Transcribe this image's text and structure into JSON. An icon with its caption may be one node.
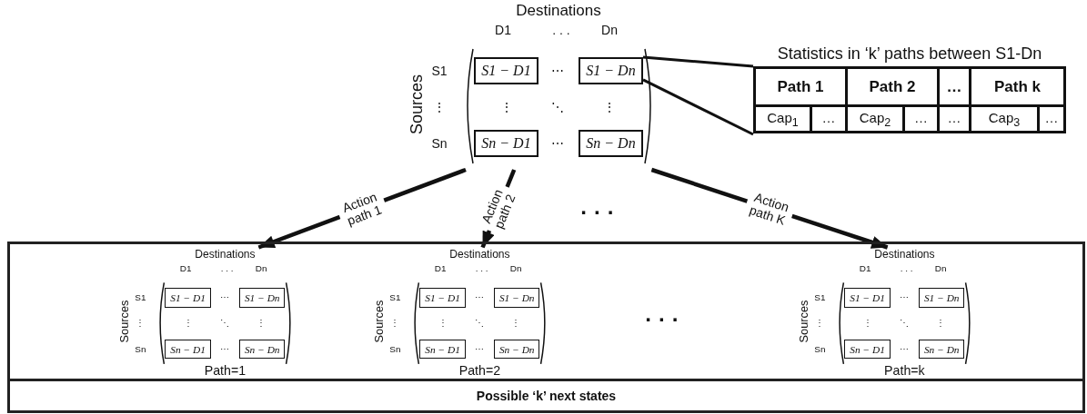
{
  "diagram": {
    "nodes": [
      {
        "text": [],
        "shape": "matrix"
      },
      {
        "text": [
          "S1 − D1"
        ],
        "in": 0
      },
      {
        "text": [
          "S1 − Dn"
        ],
        "in": 0
      },
      {
        "text": [
          "Sn − D1"
        ],
        "in": 0
      },
      {
        "text": [
          "Sn − Dn"
        ],
        "in": 0
      },
      {
        "text": [
          "Statistics in ‘k’ paths between S1-Dn"
        ]
      },
      {
        "text": [],
        "shape": "box"
      },
      {
        "text": [],
        "shape": "matrix",
        "in": 6,
        "beside": [
          "Path=1"
        ]
      },
      {
        "text": [
          "S1 − D1"
        ],
        "in": 7
      },
      {
        "text": [
          "S1 − Dn"
        ],
        "in": 7
      },
      {
        "text": [
          "Sn − D1"
        ],
        "in": 7
      },
      {
        "text": [
          "Sn − Dn"
        ],
        "in": 7
      },
      {
        "text": [],
        "shape": "matrix",
        "in": 6,
        "beside": [
          "Path=2"
        ]
      },
      {
        "text": [
          "S1 − D1"
        ],
        "in": 12
      },
      {
        "text": [
          "S1 − Dn"
        ],
        "in": 12
      },
      {
        "text": [
          "Sn − D1"
        ],
        "in": 12
      },
      {
        "text": [
          "Sn − Dn"
        ],
        "in": 12
      },
      {
        "text": [],
        "shape": "matrix",
        "in": 6,
        "beside": [
          "Path=k"
        ]
      },
      {
        "text": [
          "S1 − D1"
        ],
        "in": 17
      },
      {
        "text": [
          "S1 − Dn"
        ],
        "in": 17
      },
      {
        "text": [
          "Sn − D1"
        ],
        "in": 17
      },
      {
        "text": [
          "Sn − Dn"
        ],
        "in": 17
      },
      {
        "text": [
          "Possible ‘k’ next states"
        ],
        "in": 6
      }
    ],
    "edges": [
      {
        "from": 0,
        "to": 7,
        "arrow": "to",
        "label": "Action path 1"
      },
      {
        "from": 0,
        "to": 12,
        "arrow": "to",
        "label": "Action path 2"
      },
      {
        "from": 0,
        "to": 17,
        "arrow": "to",
        "label": "Action path K"
      },
      {
        "from": 2,
        "to": 5,
        "arrow": "none"
      },
      {
        "from": 2,
        "to": 5,
        "arrow": "none"
      }
    ],
    "labels": [
      "Destinations",
      "D1",
      ". . .",
      "Dn",
      "Sources",
      "S1",
      "⋮",
      "Sn",
      "⋯",
      "⋮",
      "⋱",
      "⋮",
      "⋯",
      "Path 1",
      "Path 2",
      "…",
      "Path k",
      "Cap$_{1}$",
      "…",
      "Cap$_{2}$",
      "…",
      "…",
      "Cap$_{3}$",
      "…",
      "· · ·",
      "Destinations",
      "D1",
      ". . .",
      "Dn",
      "Sources",
      "S1",
      "⋮",
      "Sn",
      "⋯",
      "⋮",
      "⋱",
      "⋮",
      "⋯",
      "Destinations",
      "D1",
      ". . .",
      "Dn",
      "Sources",
      "S1",
      "⋮",
      "Sn",
      "⋯",
      "⋮",
      "⋱",
      "⋮",
      "⋯",
      "· · ·",
      "Destinations",
      "D1",
      ". . .",
      "Dn",
      "Sources",
      "S1",
      "⋮",
      "Sn",
      "⋯",
      "⋮",
      "⋱",
      "⋮",
      "⋯"
    ]
  }
}
